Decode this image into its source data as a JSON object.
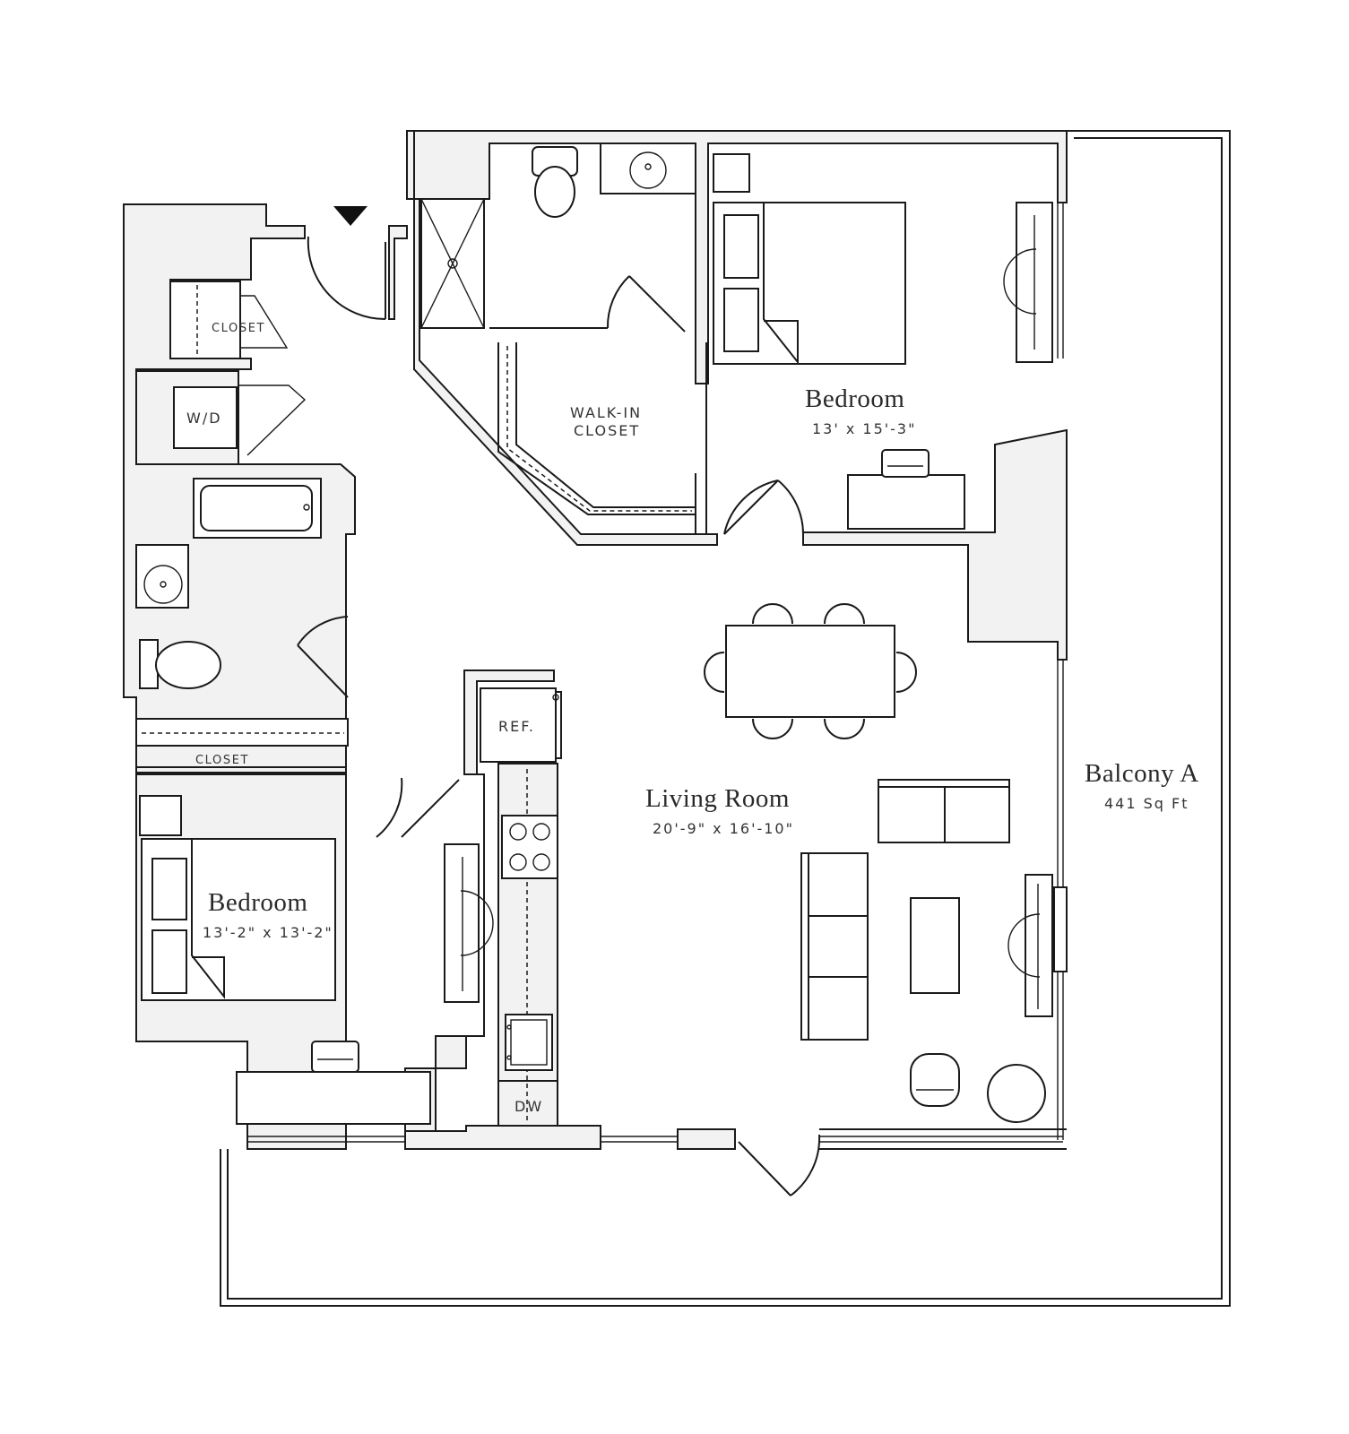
{
  "rooms": {
    "bedroom_1": {
      "name": "Bedroom",
      "dimensions": "13' x 15'-3\""
    },
    "bedroom_2": {
      "name": "Bedroom",
      "dimensions": "13'-2\" x 13'-2\""
    },
    "living_room": {
      "name": "Living Room",
      "dimensions": "20'-9\" x 16'-10\""
    },
    "balcony": {
      "name": "Balcony A",
      "area": "441 Sq Ft"
    }
  },
  "labels": {
    "walk_in_line1": "WALK-IN",
    "walk_in_line2": "CLOSET",
    "closet_top": "CLOSET",
    "closet_mid": "CLOSET",
    "washer_dryer": "W/D",
    "refrigerator": "REF.",
    "dishwasher": "DW"
  },
  "colors": {
    "wall_fill": "#f2f2f2",
    "line": "#1a1a1a"
  }
}
